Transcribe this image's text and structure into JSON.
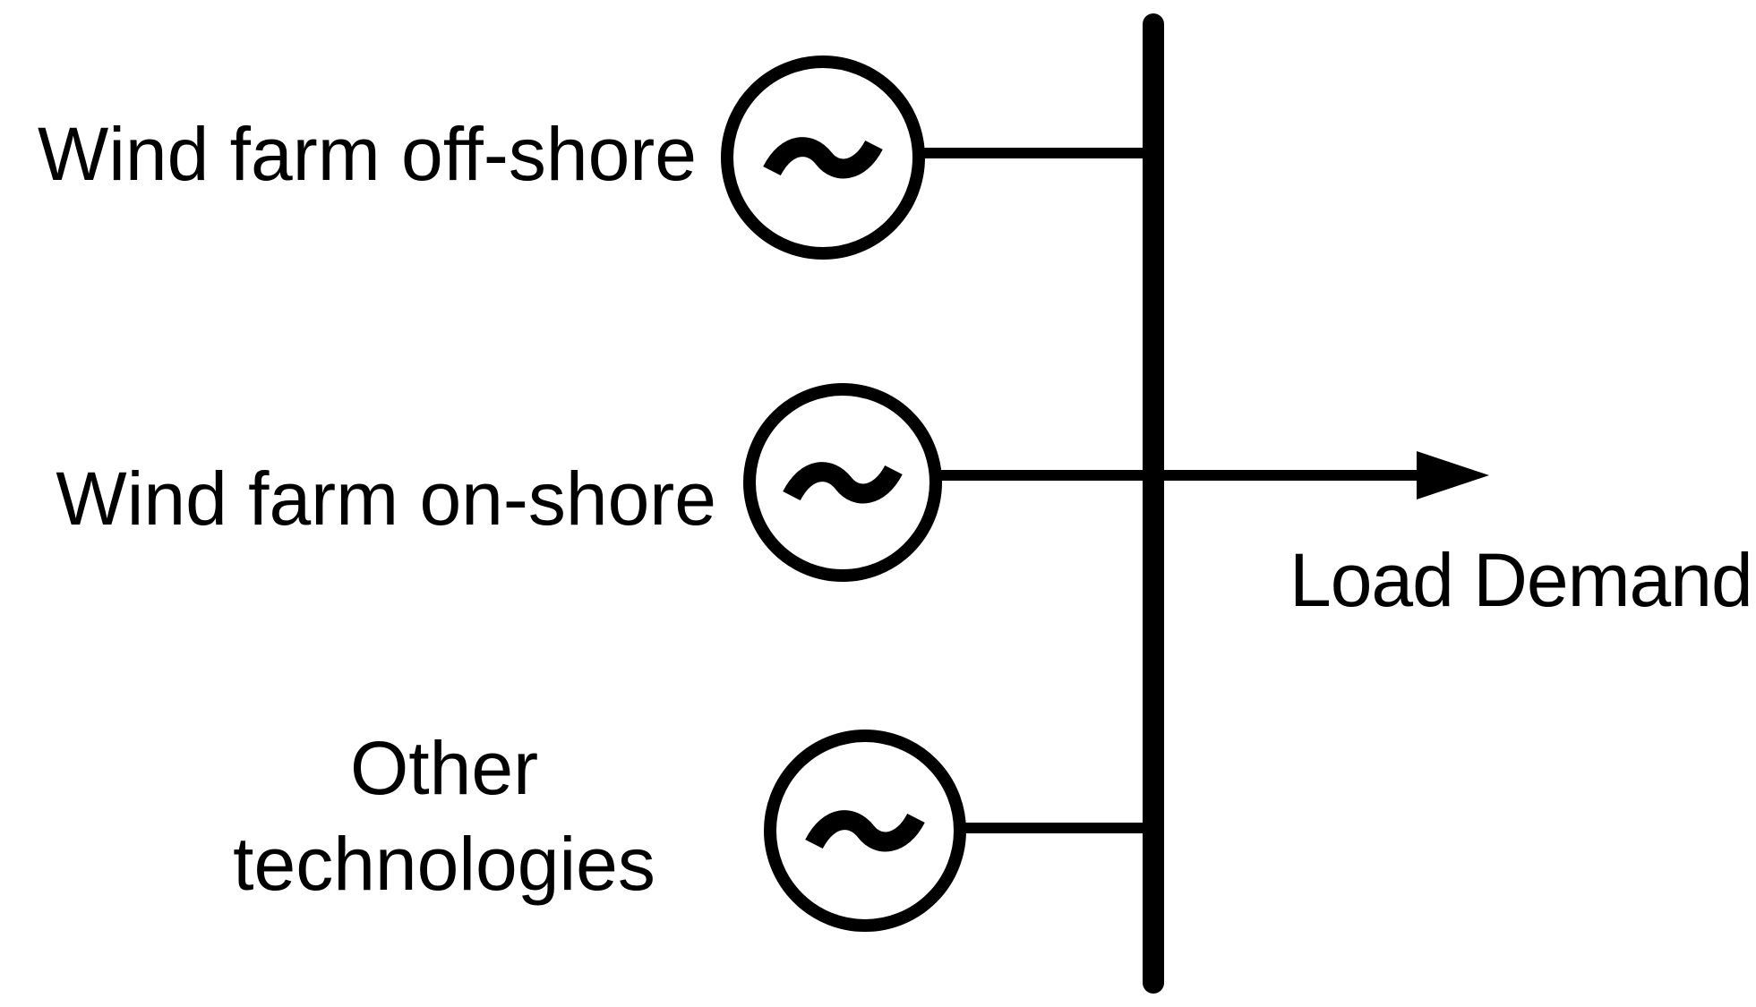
{
  "colors": {
    "stroke": "#000000",
    "background": "#ffffff"
  },
  "rows": [
    {
      "label": "Wind farm off-shore",
      "icon": "ac-generator-icon"
    },
    {
      "label": "Wind farm on-shore",
      "icon": "ac-generator-icon"
    },
    {
      "label_lines": [
        "Other",
        "technologies"
      ],
      "icon": "ac-generator-icon"
    }
  ],
  "load": {
    "label": "Load Demand"
  }
}
